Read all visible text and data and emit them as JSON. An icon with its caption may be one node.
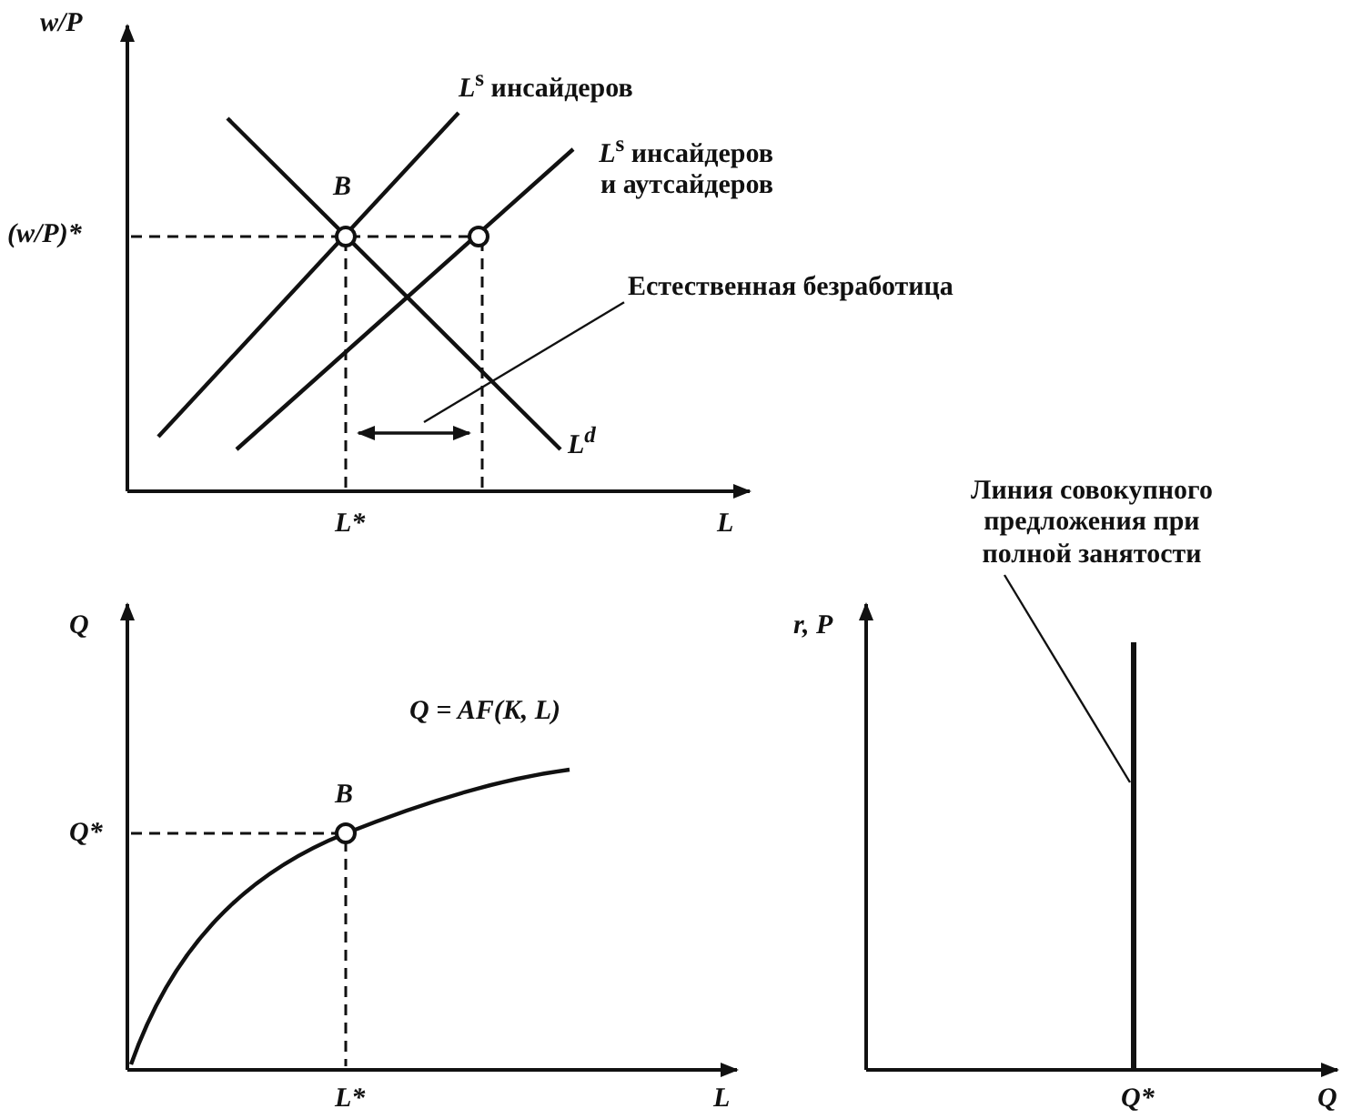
{
  "diagram": {
    "nodes": [
      {
        "text": [
          "Естественная безработица"
        ]
      },
      {
        "text": [
          "Линия совокупного предложения при полной занятости"
        ]
      }
    ],
    "edges": [
      {
        "from": 0,
        "to": null,
        "arrow": "none"
      },
      {
        "from": 1,
        "to": null,
        "arrow": "none"
      }
    ],
    "labels": [
      "w/P",
      "*L*$^{s}$ инсайдеров",
      "B",
      "*L*$^{s}$ инсайдеров и аутсайдеров",
      "(w/P)*",
      "L$^{d}$",
      "L*",
      "L",
      "Q",
      "Q = AF(K, L)",
      "B",
      "Q*",
      "L*",
      "L",
      "r, P",
      "Q*",
      "Q"
    ]
  }
}
